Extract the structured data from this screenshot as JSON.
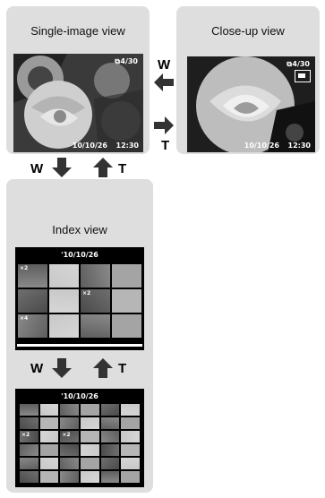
{
  "views": {
    "single": {
      "title": "Single-image view",
      "frame": "4/30",
      "date": "10/10/26",
      "time": "12:30"
    },
    "closeup": {
      "title": "Close-up view",
      "frame": "4/30",
      "date": "10/10/26",
      "time": "12:30"
    },
    "index": {
      "title": "Index view",
      "date_top": "'10/10/26",
      "date_bottom": "'10/10/26"
    }
  },
  "zoom": {
    "wide": "W",
    "tele": "T"
  },
  "thumb_labels": {
    "x2": "×2",
    "x4": "×4"
  }
}
